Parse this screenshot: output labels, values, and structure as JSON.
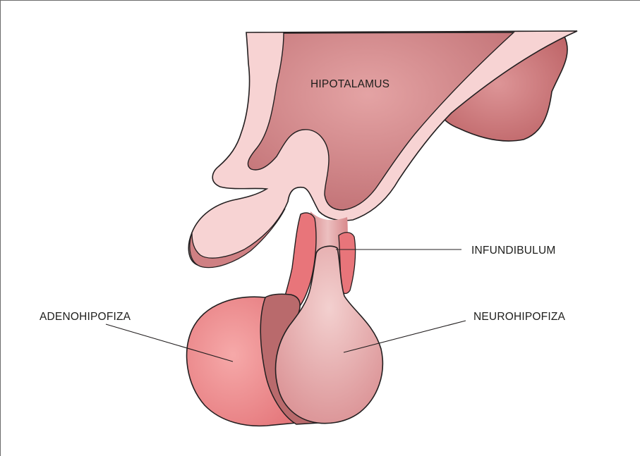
{
  "labels": {
    "hypothalamus": "HIPOTALAMUS",
    "infundibulum": "INFUNDIBULUM",
    "adenohypophysis": "ADENOHIPOFIZA",
    "neurohypophysis": "NEUROHIPOFIZA"
  },
  "colors": {
    "outline": "#231f20",
    "hypothalamus_fill": "#c97d80",
    "outer_tissue": "#f7d3d3",
    "side_lobe": "#c66d70",
    "stalk_red": "#e8757a",
    "adeno_fill": "#ee8d8f",
    "band": "#b96a6c",
    "neuro_fill": "#e6a9aa"
  }
}
